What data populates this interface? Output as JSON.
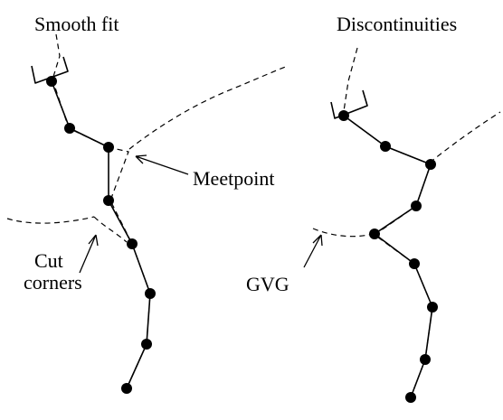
{
  "left_panel": {
    "title": "Smooth fit",
    "callouts": {
      "meetpoint": "Meetpoint",
      "cut_corners_line1": "Cut",
      "cut_corners_line2": "corners"
    }
  },
  "right_panel": {
    "title": "Discontinuities",
    "callouts": {
      "gvg": "GVG"
    }
  },
  "colors": {
    "ink": "#000000",
    "background": "#ffffff"
  }
}
